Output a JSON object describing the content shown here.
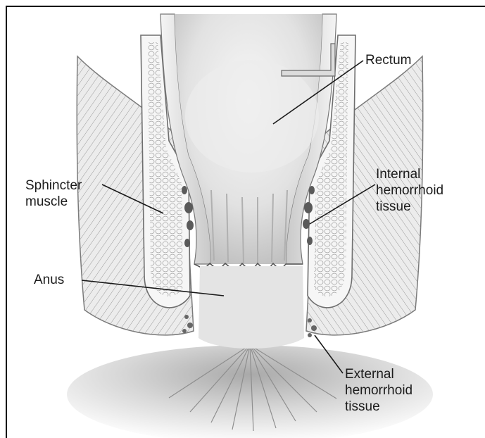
{
  "labels": {
    "rectum": "Rectum",
    "sphincter_muscle": "Sphincter\nmuscle",
    "internal_hemorrhoid_tissue": "Internal\nhemorrhoid\ntissue",
    "anus": "Anus",
    "external_hemorrhoid_tissue": "External\nhemorrhoid\ntissue"
  },
  "colors": {
    "frame": "#111111",
    "label_text": "#1c1c1c",
    "leader_lines": "#1a1a1a",
    "tissue_light": "#f2f2f2",
    "tissue_mid": "#cfcfcf",
    "tissue_dark": "#8a8a8a"
  }
}
